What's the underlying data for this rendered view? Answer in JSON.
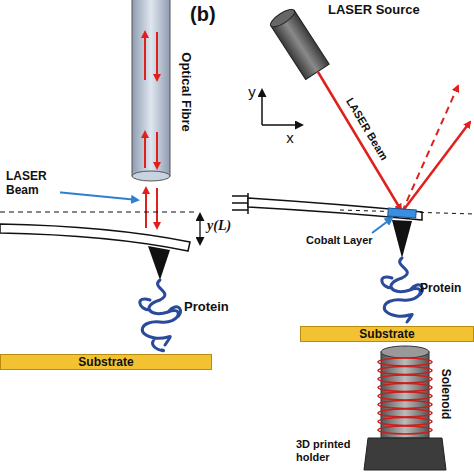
{
  "diagram": {
    "nodes": [
      {
        "text": [
          "Substrate"
        ]
      },
      {
        "text": [
          "Substrate"
        ]
      }
    ],
    "labels": [
      "Optical Fibre",
      "LASER Beam",
      "y(L)",
      "Protein",
      "(b)",
      "LASER Source",
      "y",
      "x",
      "LASER Beam",
      "Cobalt Layer",
      "Protein",
      "Solenoid",
      "3D printed holder"
    ]
  }
}
